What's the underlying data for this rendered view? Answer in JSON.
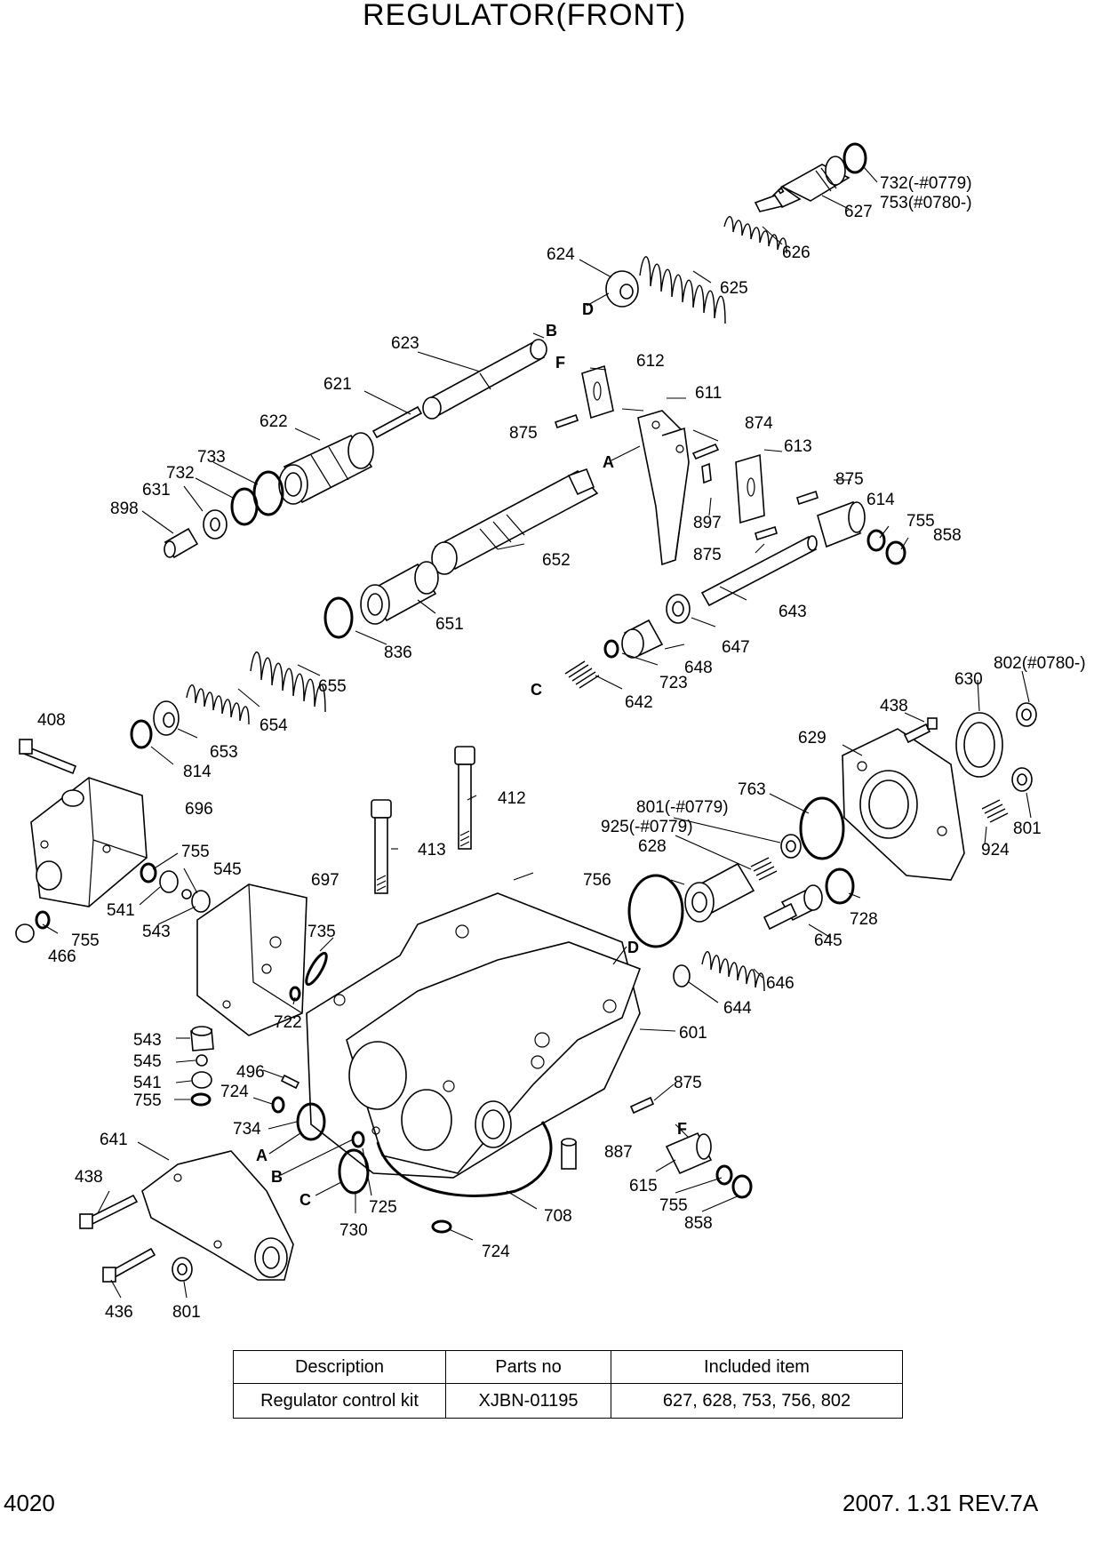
{
  "title": "REGULATOR(FRONT)",
  "labels": [
    {
      "id": "732a",
      "text": "732(-#0779)"
    },
    {
      "id": "753",
      "text": "753(#0780-)"
    },
    {
      "id": "627",
      "text": "627"
    },
    {
      "id": "626",
      "text": "626"
    },
    {
      "id": "624",
      "text": "624"
    },
    {
      "id": "625",
      "text": "625"
    },
    {
      "id": "D1",
      "text": "D"
    },
    {
      "id": "B1",
      "text": "B"
    },
    {
      "id": "623",
      "text": "623"
    },
    {
      "id": "F1",
      "text": "F"
    },
    {
      "id": "612",
      "text": "612"
    },
    {
      "id": "621",
      "text": "621"
    },
    {
      "id": "611",
      "text": "611"
    },
    {
      "id": "622",
      "text": "622"
    },
    {
      "id": "874",
      "text": "874"
    },
    {
      "id": "875a",
      "text": "875"
    },
    {
      "id": "613",
      "text": "613"
    },
    {
      "id": "733",
      "text": "733"
    },
    {
      "id": "A1",
      "text": "A"
    },
    {
      "id": "732b",
      "text": "732"
    },
    {
      "id": "875b",
      "text": "875"
    },
    {
      "id": "631",
      "text": "631"
    },
    {
      "id": "614",
      "text": "614"
    },
    {
      "id": "898",
      "text": "898"
    },
    {
      "id": "897",
      "text": "897"
    },
    {
      "id": "755a",
      "text": "755"
    },
    {
      "id": "858a",
      "text": "858"
    },
    {
      "id": "875c",
      "text": "875"
    },
    {
      "id": "652",
      "text": "652"
    },
    {
      "id": "643",
      "text": "643"
    },
    {
      "id": "651",
      "text": "651"
    },
    {
      "id": "647",
      "text": "647"
    },
    {
      "id": "836",
      "text": "836"
    },
    {
      "id": "648",
      "text": "648"
    },
    {
      "id": "723",
      "text": "723"
    },
    {
      "id": "655",
      "text": "655"
    },
    {
      "id": "C1",
      "text": "C"
    },
    {
      "id": "642",
      "text": "642"
    },
    {
      "id": "802",
      "text": "802(#0780-)"
    },
    {
      "id": "630",
      "text": "630"
    },
    {
      "id": "408",
      "text": "408"
    },
    {
      "id": "654",
      "text": "654"
    },
    {
      "id": "438a",
      "text": "438"
    },
    {
      "id": "653",
      "text": "653"
    },
    {
      "id": "629",
      "text": "629"
    },
    {
      "id": "814",
      "text": "814"
    },
    {
      "id": "412",
      "text": "412"
    },
    {
      "id": "763",
      "text": "763"
    },
    {
      "id": "801a",
      "text": "801(-#0779)"
    },
    {
      "id": "696",
      "text": "696"
    },
    {
      "id": "925",
      "text": "925(-#0779)"
    },
    {
      "id": "801b",
      "text": "801"
    },
    {
      "id": "628",
      "text": "628"
    },
    {
      "id": "924",
      "text": "924"
    },
    {
      "id": "413",
      "text": "413"
    },
    {
      "id": "755b",
      "text": "755"
    },
    {
      "id": "545a",
      "text": "545"
    },
    {
      "id": "697",
      "text": "697"
    },
    {
      "id": "756",
      "text": "756"
    },
    {
      "id": "541a",
      "text": "541"
    },
    {
      "id": "728",
      "text": "728"
    },
    {
      "id": "543a",
      "text": "543"
    },
    {
      "id": "735",
      "text": "735"
    },
    {
      "id": "645",
      "text": "645"
    },
    {
      "id": "755c",
      "text": "755"
    },
    {
      "id": "466",
      "text": "466"
    },
    {
      "id": "D2",
      "text": "D"
    },
    {
      "id": "646",
      "text": "646"
    },
    {
      "id": "722",
      "text": "722"
    },
    {
      "id": "644",
      "text": "644"
    },
    {
      "id": "601",
      "text": "601"
    },
    {
      "id": "543b",
      "text": "543"
    },
    {
      "id": "545b",
      "text": "545"
    },
    {
      "id": "496",
      "text": "496"
    },
    {
      "id": "541b",
      "text": "541"
    },
    {
      "id": "875d",
      "text": "875"
    },
    {
      "id": "755d",
      "text": "755"
    },
    {
      "id": "724a",
      "text": "724"
    },
    {
      "id": "734",
      "text": "734"
    },
    {
      "id": "F2",
      "text": "F"
    },
    {
      "id": "641",
      "text": "641"
    },
    {
      "id": "A2",
      "text": "A"
    },
    {
      "id": "887",
      "text": "887"
    },
    {
      "id": "B2",
      "text": "B"
    },
    {
      "id": "438b",
      "text": "438"
    },
    {
      "id": "615",
      "text": "615"
    },
    {
      "id": "C2",
      "text": "C"
    },
    {
      "id": "725",
      "text": "725"
    },
    {
      "id": "755e",
      "text": "755"
    },
    {
      "id": "708",
      "text": "708"
    },
    {
      "id": "858b",
      "text": "858"
    },
    {
      "id": "730",
      "text": "730"
    },
    {
      "id": "724b",
      "text": "724"
    },
    {
      "id": "436",
      "text": "436"
    },
    {
      "id": "801c",
      "text": "801"
    }
  ],
  "kit_table": {
    "headers": [
      "Description",
      "Parts no",
      "Included item"
    ],
    "rows": [
      [
        "Regulator control  kit",
        "XJBN-01195",
        "627, 628, 753, 756, 802"
      ]
    ]
  },
  "footer": {
    "page": "4020",
    "revision": "2007. 1.31  REV.7A"
  }
}
